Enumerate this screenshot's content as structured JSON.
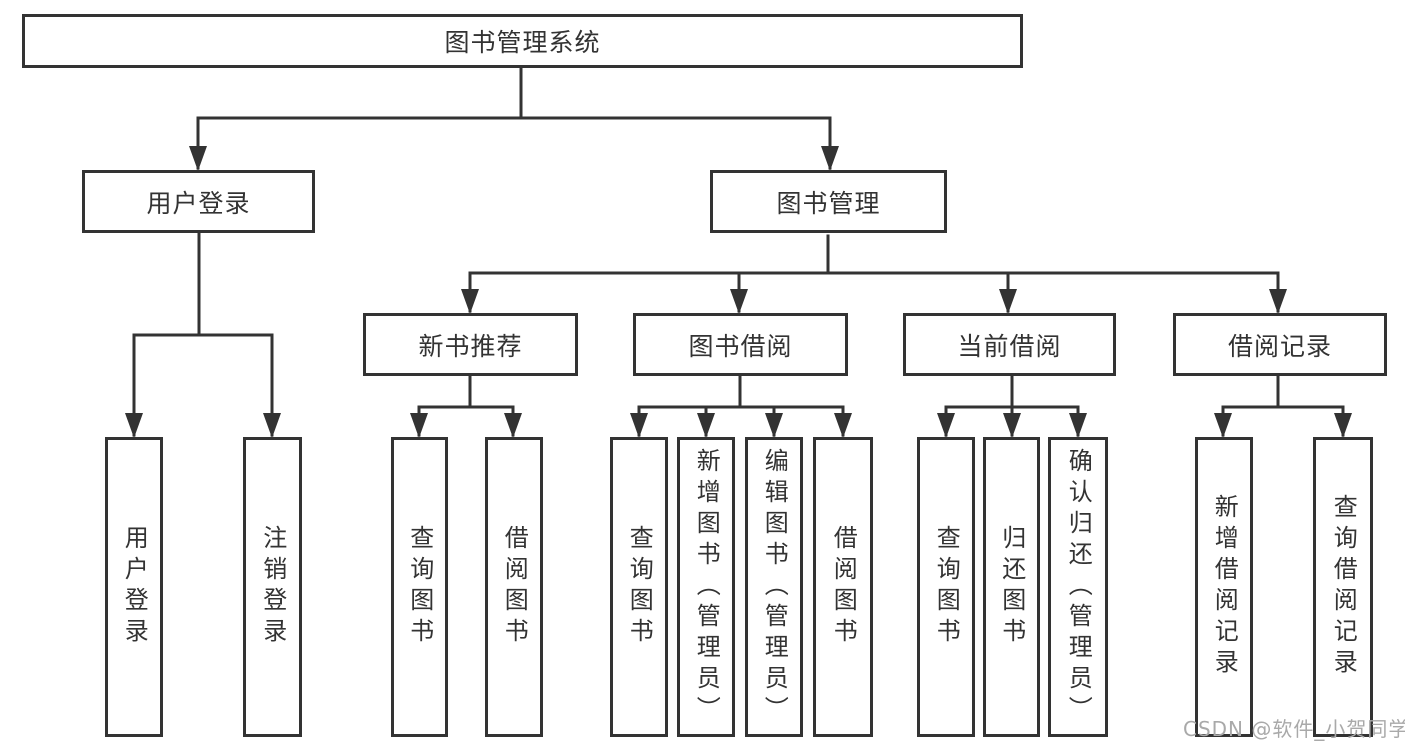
{
  "colors": {
    "line": "#333333",
    "text": "#333333",
    "background": "#ffffff",
    "watermark": "#a9a9a9"
  },
  "watermark": "CSDN @软件_小贺同学",
  "nodes": {
    "root": "图书管理系统",
    "level2": [
      "用户登录",
      "图书管理"
    ],
    "level3": [
      "新书推荐",
      "图书借阅",
      "当前借阅",
      "借阅记录"
    ],
    "leaves": {
      "user_login": [
        "用户登录",
        "注销登录"
      ],
      "new_book_recommend": [
        "查询图书",
        "借阅图书"
      ],
      "book_borrow": [
        "查询图书",
        "新增图书（管理员）",
        "编辑图书（管理员）",
        "借阅图书"
      ],
      "current_borrow": [
        "查询图书",
        "归还图书",
        "确认归还（管理员）"
      ],
      "borrow_records": [
        "新增借阅记录",
        "查询借阅记录"
      ]
    }
  }
}
